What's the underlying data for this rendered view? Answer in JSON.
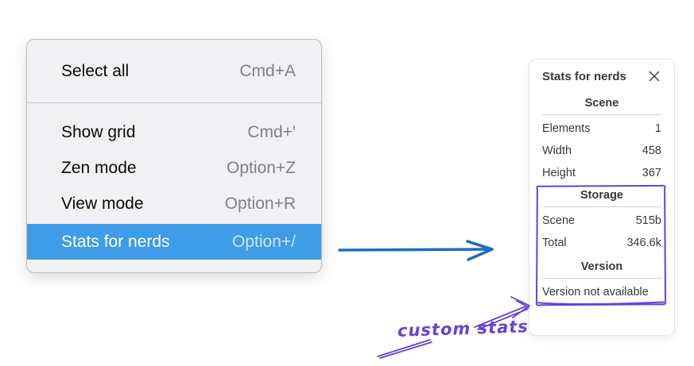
{
  "colors": {
    "menu_highlight": "#3f9ce8",
    "flow_arrow_blue": "#1b6fc1",
    "annotation_purple": "#6741d9",
    "panel_text": "#343a40",
    "menu_text": "#0b0b0c",
    "menu_shortcut": "#7f8085"
  },
  "icons": {
    "panel_close": "close-icon"
  },
  "menu": {
    "sections": [
      {
        "items": [
          {
            "label": "Select all",
            "shortcut": "Cmd+A"
          }
        ]
      },
      {
        "items": [
          {
            "label": "Show grid",
            "shortcut": "Cmd+'"
          },
          {
            "label": "Zen mode",
            "shortcut": "Option+Z"
          },
          {
            "label": "View mode",
            "shortcut": "Option+R"
          },
          {
            "label": "Stats for nerds",
            "shortcut": "Option+/",
            "highlighted": true
          }
        ]
      }
    ]
  },
  "stats_panel": {
    "title": "Stats for nerds",
    "sections": [
      {
        "heading": "Scene",
        "rows": [
          {
            "label": "Elements",
            "value": "1"
          },
          {
            "label": "Width",
            "value": "458"
          },
          {
            "label": "Height",
            "value": "367"
          }
        ]
      },
      {
        "heading": "Storage",
        "rows": [
          {
            "label": "Scene",
            "value": "515b"
          },
          {
            "label": "Total",
            "value": "346.6k"
          }
        ]
      },
      {
        "heading": "Version",
        "note": "Version not available"
      }
    ]
  },
  "annotations": {
    "custom_stats_label": "custom stats"
  }
}
